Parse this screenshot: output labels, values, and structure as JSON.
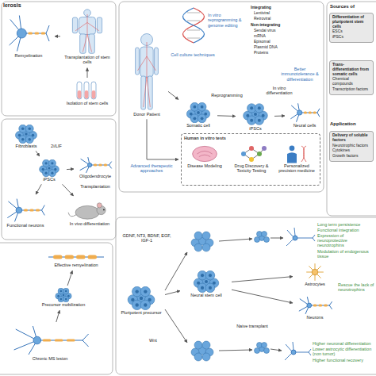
{
  "diagram": {
    "nodes": [
      {
        "text": [
          "Remyelination"
        ]
      },
      {
        "text": [
          "Transplantation of stem cells"
        ]
      },
      {
        "text": [
          "Isolation of stem cells"
        ]
      },
      {
        "text": [
          "Donor Patient"
        ]
      },
      {
        "text": [
          "Somatic cell"
        ]
      },
      {
        "text": [
          "iPSCs"
        ]
      },
      {
        "text": [
          "Neural cells"
        ]
      },
      {
        "text": [
          "Human in vitro tests"
        ]
      },
      {
        "text": [
          "Disease Modeling"
        ],
        "in": 7
      },
      {
        "text": [
          "Drug Discovery & Toxicity Testing"
        ],
        "in": 7
      },
      {
        "text": [
          "Personalized precision medicine"
        ],
        "in": 7
      },
      {
        "text": [
          "Differentiation of pluripotent stem cells",
          "ESCs",
          "iPSCs"
        ]
      },
      {
        "text": [
          "Trans-differentiation from somatic cells",
          "Chemical compounds",
          "Transcription factors"
        ]
      },
      {
        "text": [
          "Delivery of soluble factors",
          "Neurotrophic factors",
          "Cytokines",
          "Growth factors"
        ]
      },
      {
        "text": [
          "Fibroblasts"
        ]
      },
      {
        "text": [
          "iPSCs"
        ]
      },
      {
        "text": [
          "Oligodendrocyte"
        ]
      },
      {
        "text": [
          "Functional neurons"
        ]
      },
      {
        "text": [
          "In vivo differentiation"
        ]
      },
      {
        "text": [
          "Effective remyelination"
        ]
      },
      {
        "text": [
          "Precursor mobilization"
        ]
      },
      {
        "text": [
          "Chronic MS lesion"
        ]
      },
      {
        "text": [
          "Pluripotent precursor"
        ]
      },
      {
        "text": [
          "Neural stem cell"
        ]
      },
      {
        "text": [
          "Astrocytes"
        ]
      },
      {
        "text": [
          "Neurons"
        ]
      }
    ],
    "edges": [
      {
        "from": 2,
        "to": 1,
        "arrow": "to"
      },
      {
        "from": 1,
        "to": 0,
        "arrow": "to"
      },
      {
        "from": 3,
        "to": 4,
        "arrow": "to"
      },
      {
        "from": 4,
        "to": 5,
        "label": "Reprogramming",
        "arrow": "to"
      },
      {
        "from": 5,
        "to": 6,
        "label": "In vitro differentiation",
        "arrow": "to"
      },
      {
        "from": 3,
        "to": 7,
        "label": "Advanced therapeutic approaches",
        "arrow": "to"
      },
      {
        "from": 14,
        "to": 15,
        "label": "2i/LIF",
        "arrow": "to"
      },
      {
        "from": 15,
        "to": 16,
        "arrow": "to"
      },
      {
        "from": 15,
        "to": 17,
        "arrow": "to"
      },
      {
        "from": 15,
        "to": 18,
        "label": "Transplantation",
        "arrow": "to"
      },
      {
        "from": 21,
        "to": 20,
        "arrow": "to"
      },
      {
        "from": 20,
        "to": 19,
        "arrow": "to"
      },
      {
        "from": 22,
        "to": 23,
        "arrow": "to"
      },
      {
        "from": 23,
        "to": 24,
        "arrow": "to"
      },
      {
        "from": 23,
        "to": 25,
        "arrow": "to"
      }
    ],
    "labels": [
      "lerosis",
      "In vitro reprogramming & genome editing",
      "Integrating",
      "Lentiviral",
      "Retroviral",
      "Non-integrating",
      "Sendai virus",
      "mRNA",
      "Episomal",
      "Plasmid DNA",
      "Proteins",
      "Cell culture techniques",
      "Better immunotolerance & differentiation",
      "Sources of",
      "Application",
      "GDNF, NT3, BDNF, EGF, IGF-1",
      "Wnt",
      "Naive transplant",
      "Long term persistence",
      "Functional integration",
      "Expression of neuroprotective neurotrophins",
      "Modulation of endogenous tissue",
      "Rescue the lack of neurotrophins",
      "Higher neuronal differentiation",
      "Lower astrocytic differentiation (non tumor)",
      "Higher functional recovery"
    ]
  }
}
